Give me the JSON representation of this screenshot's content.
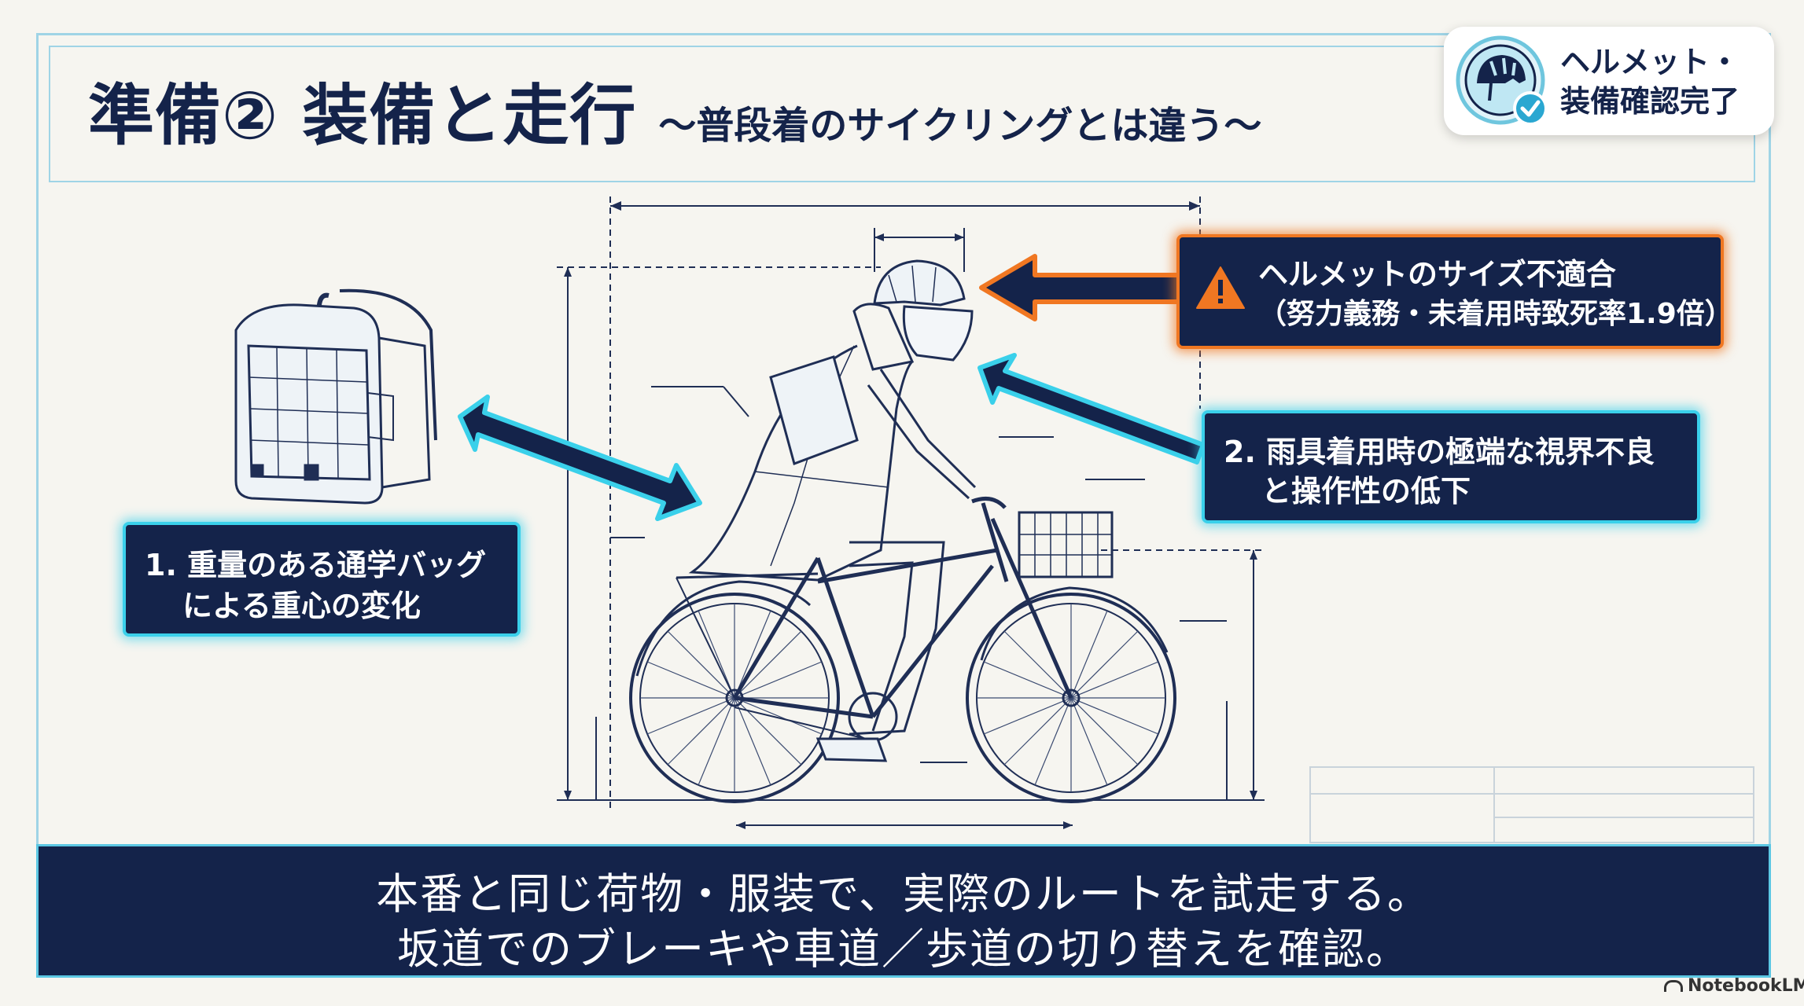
{
  "title": {
    "main": "準備② 装備と走行",
    "sub": "〜普段着のサイクリングとは違う〜"
  },
  "badge": {
    "text": "ヘルメット・装備確認完了",
    "icon": "helmet-check-icon"
  },
  "callouts": {
    "helmet": {
      "line1": "ヘルメットのサイズ不適合",
      "line2": "（努力義務・未着用時致死率1.9倍）",
      "icon": "warning-icon",
      "color": "#f07722"
    },
    "rain": {
      "line1": "2. 雨具着用時の極端な視界不良",
      "line2": "と操作性の低下",
      "color": "#3ad0ea"
    },
    "bag": {
      "line1": "1. 重量のある通学バッグ",
      "line2": "による重心の変化",
      "color": "#3ad0ea"
    }
  },
  "banner": {
    "line1": "本番と同じ荷物・服装で、実際のルートを試走する。",
    "line2": "坂道でのブレーキや車道／歩道の切り替えを確認。"
  },
  "watermark": "NotebookLM",
  "colors": {
    "navy": "#14234a",
    "cyan": "#3ad0ea",
    "orange": "#f07722",
    "paper": "#f6f5f0"
  }
}
